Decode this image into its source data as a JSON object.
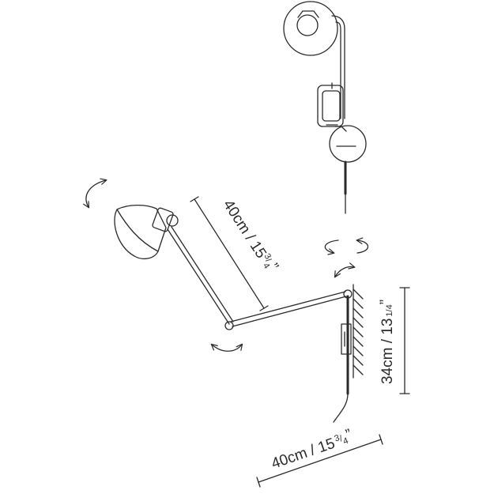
{
  "dimensions": {
    "arm_length": {
      "main": "40cm / 15",
      "num": "3",
      "den": "4",
      "quote": "”"
    },
    "height": {
      "main": "34cm / 13",
      "num": "1",
      "den": "4",
      "quote": "”"
    },
    "reach": {
      "main": "40cm / 15",
      "num": "3",
      "den": "4",
      "quote": "”"
    }
  },
  "colors": {
    "line": "#2a2a2a",
    "background": "#ffffff"
  },
  "icons": [
    "rotate-arrow-icon",
    "swivel-arrow-icon"
  ]
}
